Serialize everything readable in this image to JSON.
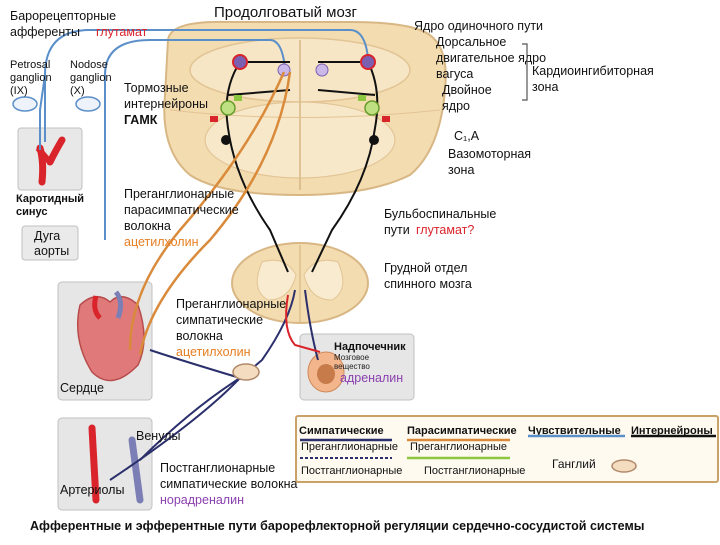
{
  "title": "Продолговатый мозг",
  "caption": "Афферентные и эфферентные пути барорефлекторной регуляции сердечно-сосудистой системы",
  "left_labels": {
    "baro_line1": "Барорецепторные",
    "baro_line2": "афференты",
    "baro_glu": "глутамат",
    "petrosal": [
      "Petrosal",
      "ganglion",
      "(IX)"
    ],
    "nodose": [
      "Nodose",
      "ganglion",
      "(X)"
    ],
    "inhib": [
      "Тормозные",
      "интернейроны",
      "ГАМК"
    ],
    "carotid": [
      "Каротидный",
      "синус"
    ],
    "aorta": [
      "Дуга",
      "аорты"
    ],
    "heart": "Сердце",
    "arterioles": "Артериолы",
    "veins": "Венулы"
  },
  "right_labels": {
    "nts": "Ядро одиночного пути",
    "dmv": [
      "Дорсальное",
      "двигательное ядро",
      "вагуса"
    ],
    "ambiguus": [
      "Двойное",
      "ядро"
    ],
    "cardio": [
      "Кардиоингибиторная",
      "зона"
    ],
    "c1a": "С₁,А",
    "vaso": [
      "Вазомоторная",
      "зона"
    ],
    "bulbo": [
      "Бульбоспинальные",
      "пути"
    ],
    "bulbo_glu": "глутамат?",
    "thoracic": [
      "Грудной отдел",
      "спинного мозга"
    ],
    "adrenal": "Надпочечник",
    "medulla": [
      "Мозговое",
      "вещество"
    ],
    "adrenalin": "адреналин"
  },
  "center_labels": {
    "pregang_para": [
      "Преганглионарные",
      "парасимпатические",
      "волокна"
    ],
    "acetyl1": "ацетилхолин",
    "pregang_symp": [
      "Преганглионарные",
      "симпатические",
      "волокна"
    ],
    "acetyl2": "ацетилхолин",
    "postgang": [
      "Постганглионарные",
      "симпатические волокна"
    ],
    "noradrenalin": "норадреналин"
  },
  "legend": {
    "symp": "Симпатические",
    "para": "Парасимпатические",
    "sens": "Чувствительные",
    "inter": "Интернейроны",
    "pre1": "Преганглионарные",
    "post1": "Постганглионарные",
    "pre2": "Преганглионарные",
    "post2": "Постганглионарные",
    "ganglion": "Ганглий"
  },
  "colors": {
    "sympathetic": "#2b2f6b",
    "parasympathetic": "#d98a3a",
    "sensory": "#5b8fc9",
    "interneuron": "#111111",
    "excitatory": "#8dc63f",
    "inhibitory": "#d9242b"
  }
}
